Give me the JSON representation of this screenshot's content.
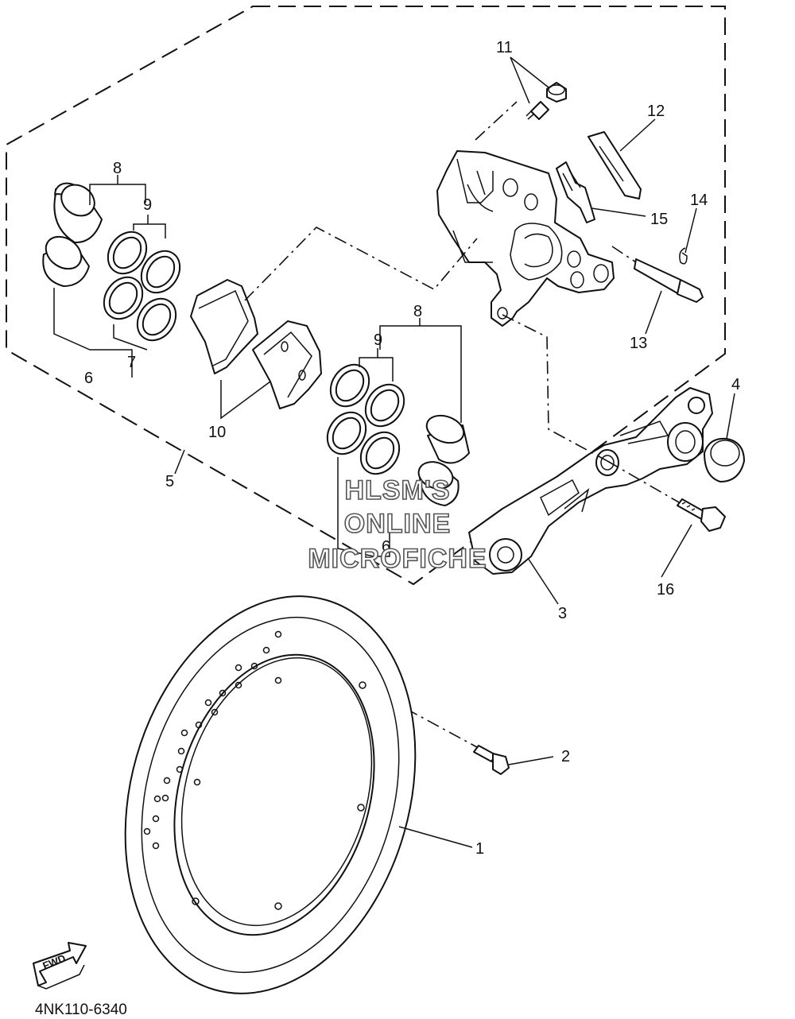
{
  "callouts": {
    "c1": "1",
    "c2": "2",
    "c3": "3",
    "c4": "4",
    "c5": "5",
    "c6a": "6",
    "c6b": "6",
    "c7": "7",
    "c8a": "8",
    "c8b": "8",
    "c9a": "9",
    "c9b": "9",
    "c10": "10",
    "c11": "11",
    "c12": "12",
    "c13": "13",
    "c14": "14",
    "c15": "15",
    "c16": "16"
  },
  "watermark": {
    "line1": "HLSM'S",
    "line2": "ONLINE",
    "line3": "MICROFICHE"
  },
  "fwd_label": "FWD",
  "diagram_code": "4NK110-6340"
}
